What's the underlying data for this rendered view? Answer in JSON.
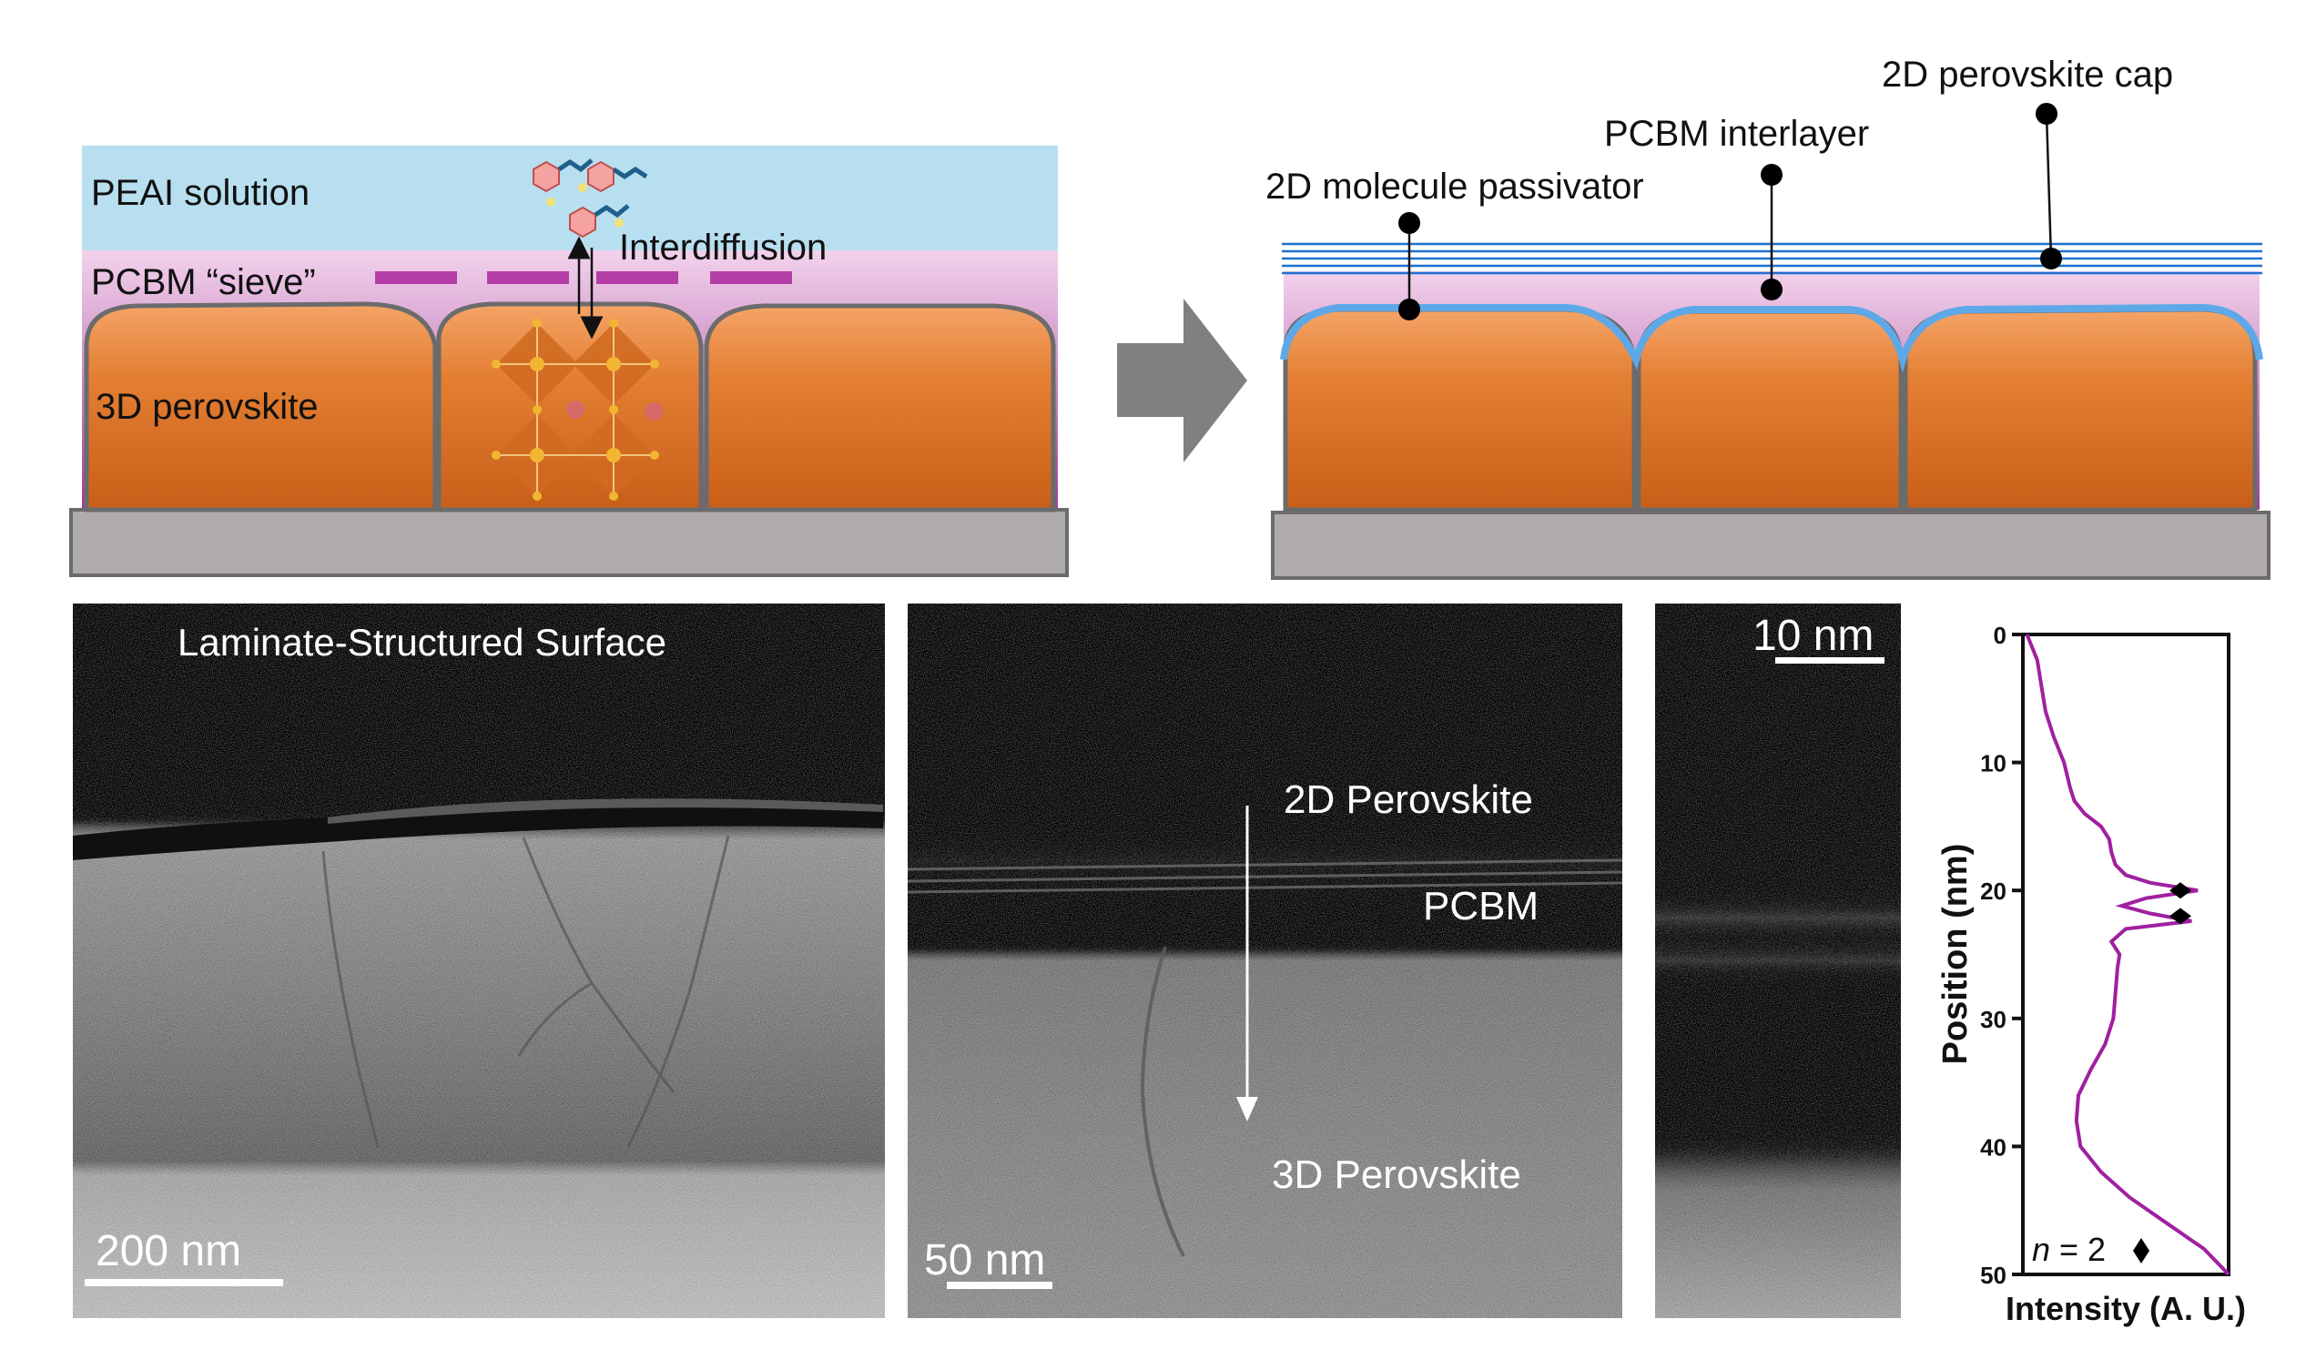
{
  "schematic_left": {
    "solution_label": "PEAI solution",
    "sieve_label": "PCBM “sieve”",
    "perovskite_label": "3D perovskite",
    "interdiffusion_label": "Interdiffusion"
  },
  "schematic_right": {
    "cap_label": "2D perovskite cap",
    "interlayer_label": "PCBM interlayer",
    "passivator_label": "2D molecule passivator"
  },
  "tem_a": {
    "title": "Laminate-Structured Surface",
    "scale_label": "200 nm"
  },
  "tem_b": {
    "top_label": "2D Perovskite",
    "mid_label": "PCBM",
    "bottom_label": "3D Perovskite",
    "scale_label": "50 nm"
  },
  "tem_c": {
    "scale_label": "10 nm"
  },
  "colors": {
    "solution": "#b8dff0",
    "pcbm_band": "#b33fa6",
    "perovskite": "#e07a2c",
    "substrate": "#b0acab",
    "passivator": "#5fa8e8",
    "cap_lines": "#1f6fd1",
    "profile_line": "#a020a0",
    "arrow": "#808080"
  },
  "chart_data": {
    "type": "line",
    "xlabel": "Intensity (A. U.)",
    "ylabel": "Position (nm)",
    "ylim": [
      0,
      50
    ],
    "yticks": [
      "0",
      "10",
      "20",
      "30",
      "40",
      "50"
    ],
    "y_inverted": true,
    "annotation": {
      "italic": "n",
      "text": " = 2"
    },
    "marker_positions": [
      20,
      22
    ],
    "series": [
      {
        "y": [
          0,
          2,
          4,
          6,
          8,
          10,
          12,
          13,
          14,
          15,
          16,
          17,
          18,
          18.8,
          19.4,
          20,
          20.6,
          21.2,
          21.8,
          22.4,
          23,
          24,
          25,
          26,
          28,
          30,
          32,
          34,
          36,
          38,
          40,
          42,
          44,
          46,
          48,
          50
        ],
        "x": [
          0.02,
          0.07,
          0.09,
          0.11,
          0.15,
          0.2,
          0.23,
          0.25,
          0.3,
          0.38,
          0.42,
          0.43,
          0.45,
          0.5,
          0.62,
          0.85,
          0.6,
          0.48,
          0.62,
          0.82,
          0.5,
          0.43,
          0.47,
          0.46,
          0.45,
          0.44,
          0.4,
          0.33,
          0.27,
          0.26,
          0.28,
          0.38,
          0.52,
          0.7,
          0.88,
          1.0
        ]
      }
    ]
  }
}
